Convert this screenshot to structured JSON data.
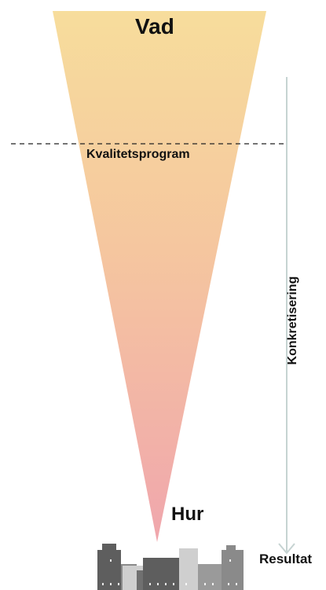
{
  "diagram": {
    "top_label": "Vad",
    "band_label": "Kvalitetsprogram",
    "bottom_label": "Hur",
    "side_label": "Konkretisering",
    "result_label": "Resultat"
  },
  "colors": {
    "cone_top": "#f7dd9c",
    "cone_bottom": "#f0a6ad",
    "arrow": "#c6d3d2",
    "dashed_line": "#222222",
    "building_dark": "#5e5e5e",
    "building_mid": "#8a8a8a",
    "building_light": "#cfcfcf"
  },
  "icons": [
    "city-skyline-icon",
    "arrow-down-icon"
  ]
}
